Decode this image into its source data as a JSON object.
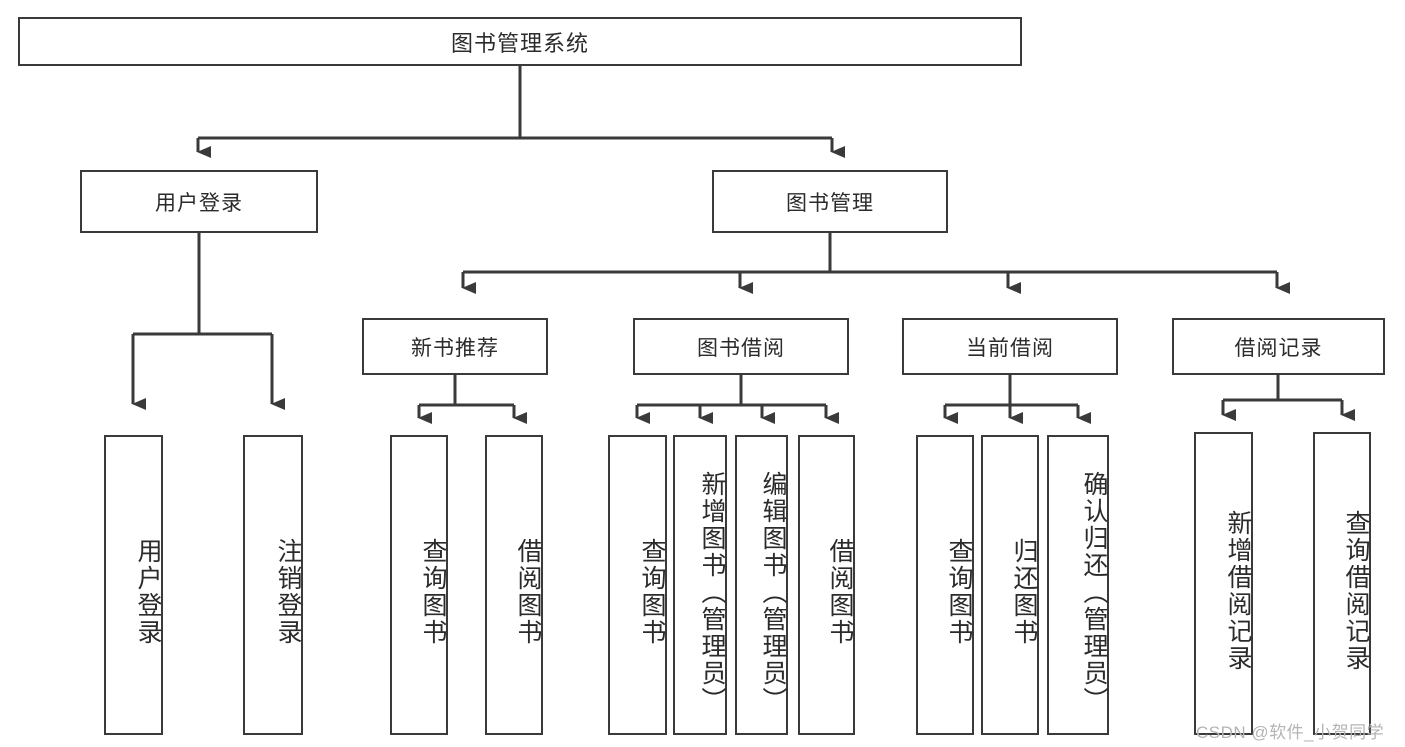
{
  "diagram": {
    "title": "图书管理系统",
    "type": "tree-hierarchy",
    "root": {
      "id": "root",
      "label": "图书管理系统"
    },
    "level2": [
      {
        "id": "user-login",
        "label": "用户登录"
      },
      {
        "id": "book-manage",
        "label": "图书管理"
      }
    ],
    "level3": [
      {
        "id": "new-book-recommend",
        "label": "新书推荐",
        "parent": "book-manage"
      },
      {
        "id": "book-borrow",
        "label": "图书借阅",
        "parent": "book-manage"
      },
      {
        "id": "current-borrow",
        "label": "当前借阅",
        "parent": "book-manage"
      },
      {
        "id": "borrow-record",
        "label": "借阅记录",
        "parent": "book-manage"
      }
    ],
    "leaves": [
      {
        "id": "leaf-user-login",
        "label": "用户登录",
        "parent": "user-login"
      },
      {
        "id": "leaf-logout",
        "label": "注销登录",
        "parent": "user-login"
      },
      {
        "id": "leaf-query-book-1",
        "label": "查询图书",
        "parent": "new-book-recommend"
      },
      {
        "id": "leaf-borrow-book-1",
        "label": "借阅图书",
        "parent": "new-book-recommend"
      },
      {
        "id": "leaf-query-book-2",
        "label": "查询图书",
        "parent": "book-borrow"
      },
      {
        "id": "leaf-add-book",
        "label": "新增图书（管理员）",
        "parent": "book-borrow"
      },
      {
        "id": "leaf-edit-book",
        "label": "编辑图书（管理员）",
        "parent": "book-borrow"
      },
      {
        "id": "leaf-borrow-book-2",
        "label": "借阅图书",
        "parent": "book-borrow"
      },
      {
        "id": "leaf-query-book-3",
        "label": "查询图书",
        "parent": "current-borrow"
      },
      {
        "id": "leaf-return-book",
        "label": "归还图书",
        "parent": "current-borrow"
      },
      {
        "id": "leaf-confirm-return",
        "label": "确认归还（管理员）",
        "parent": "current-borrow"
      },
      {
        "id": "leaf-add-record",
        "label": "新增借阅记录",
        "parent": "borrow-record"
      },
      {
        "id": "leaf-query-record",
        "label": "查询借阅记录",
        "parent": "borrow-record"
      }
    ],
    "colors": {
      "stroke": "#3a3a3a",
      "background": "#ffffff",
      "text": "#2b2b2b",
      "watermark": "#b4b4b4"
    }
  },
  "watermark": {
    "text": "CSDN @软件_小贺同学"
  }
}
